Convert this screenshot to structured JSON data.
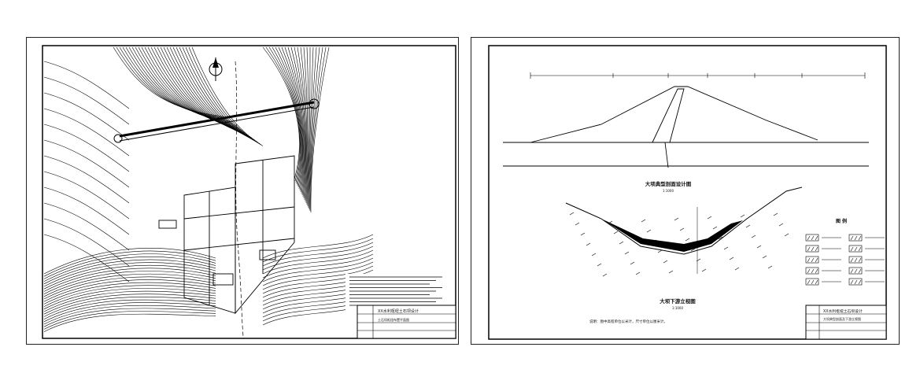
{
  "left_sheet": {
    "title_block": {
      "project": "XX水利枢纽土石坝设计",
      "drawing": "土石坝枢纽布置平面图"
    }
  },
  "right_sheet": {
    "cross_section_title": "大坝典型剖面设计图",
    "cross_section_scale": "1:1000",
    "longitudinal_title": "大坝下游立视图",
    "longitudinal_scale": "1:1000",
    "note": "说明：图中高程单位以米计，尺寸单位以厘米计。",
    "legend_title": "图 例",
    "title_block": {
      "project": "XX水利枢纽土石坝设计",
      "drawing": "大坝典型剖面及下游立视图"
    }
  }
}
